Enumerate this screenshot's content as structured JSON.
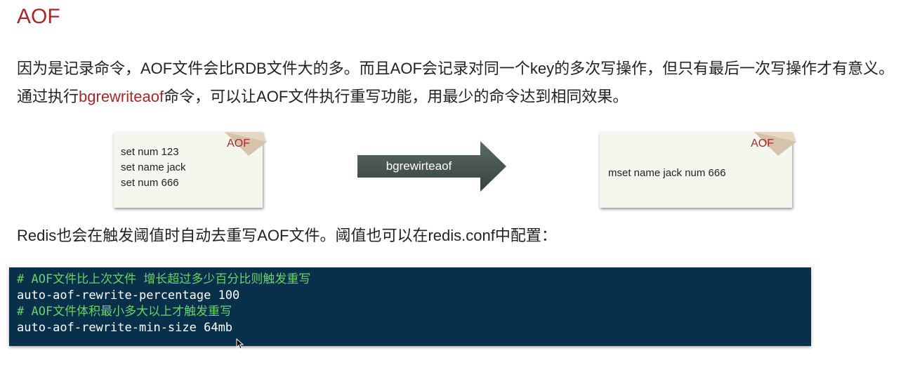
{
  "title": "AOF",
  "para1": {
    "before": "因为是记录命令，AOF文件会比RDB文件大的多。而且AOF会记录对同一个key的多次写操作，但只有最后一次写操作才有意义。通过执行",
    "highlight": "bgrewriteaof",
    "after": "命令，可以让AOF文件执行重写功能，用最少的命令达到相同效果。"
  },
  "diagram": {
    "left_note": {
      "tag": "AOF",
      "lines": [
        "set num 123",
        "set name jack",
        "set num 666"
      ]
    },
    "arrow_label": "bgrewirteaof",
    "right_note": {
      "tag": "AOF",
      "lines": [
        "mset name jack num 666"
      ]
    }
  },
  "para2": "Redis也会在触发阈值时自动去重写AOF文件。阈值也可以在redis.conf中配置：",
  "code": {
    "lines": [
      {
        "type": "comment",
        "text": "# AOF文件比上次文件 增长超过多少百分比则触发重写"
      },
      {
        "type": "cmd",
        "text": "auto-aof-rewrite-percentage 100"
      },
      {
        "type": "comment",
        "text": "# AOF文件体积最小多大以上才触发重写"
      },
      {
        "type": "cmd",
        "text": "auto-aof-rewrite-min-size 64mb"
      }
    ]
  },
  "colors": {
    "accent": "#a8282a",
    "code_bg": "#08304a",
    "code_comment": "#6cd16a",
    "note_bg": "#f3f7ee",
    "arrow": "#3f4d4c"
  }
}
